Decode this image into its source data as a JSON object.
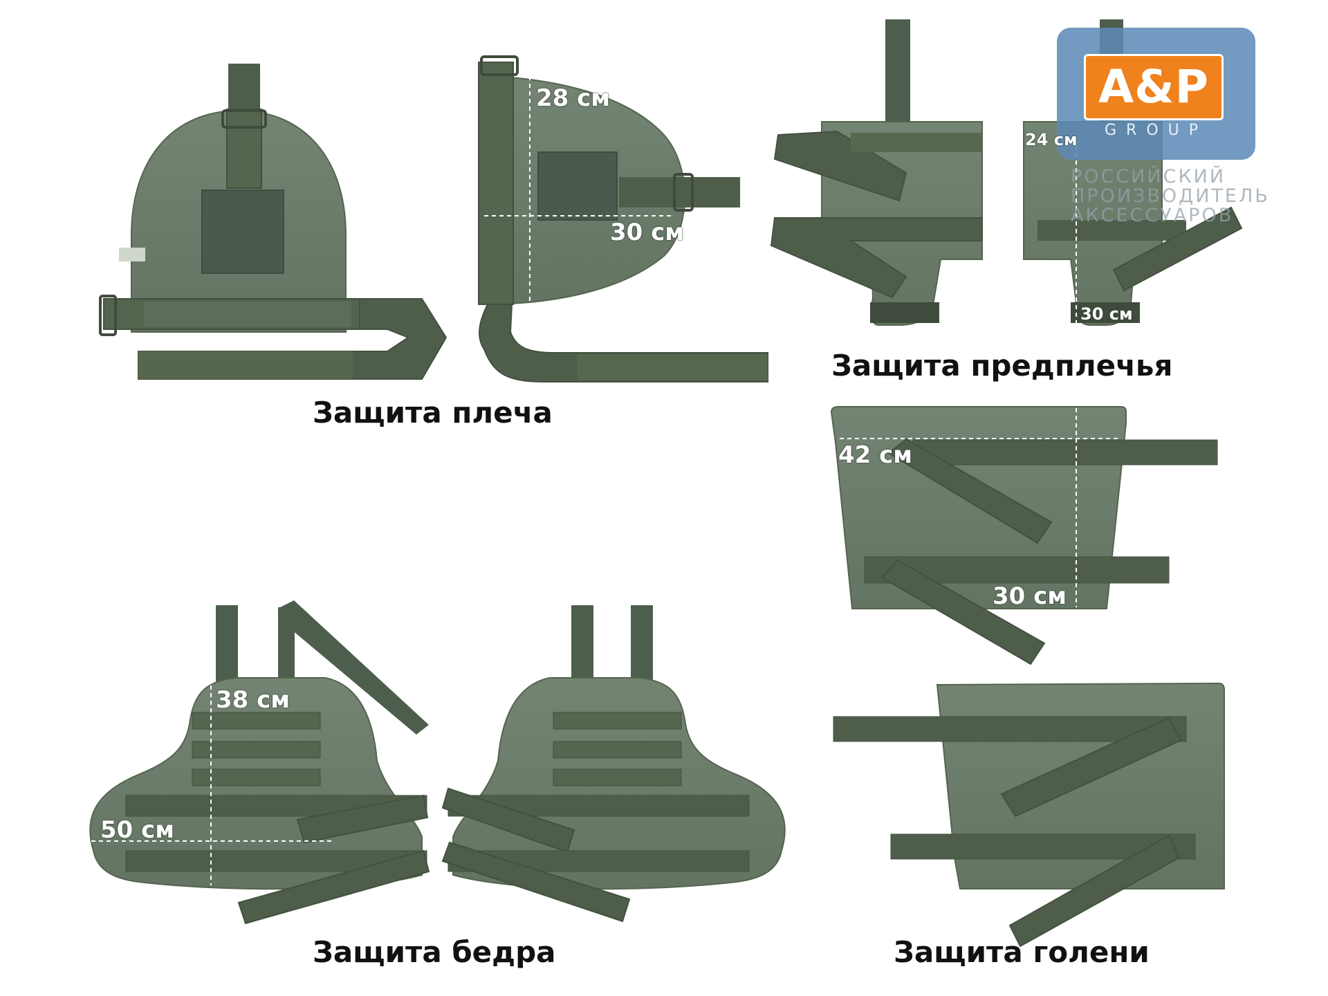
{
  "captions": {
    "shoulder": "Защита плеча",
    "forearm": "Защита предплечья",
    "thigh": "Защита бедра",
    "shin": "Защита голени"
  },
  "dimensions": {
    "shoulder_width": "28 см",
    "shoulder_height": "30 см",
    "forearm_width": "24 см",
    "forearm_height": "30 см",
    "shin_top_width": "42 см",
    "shin_height": "30 см",
    "thigh_height": "38 см",
    "thigh_width": "50 см"
  },
  "logo": {
    "brand": "A&P",
    "group": "GROUP",
    "tagline": [
      "РОССИЙСКИЙ",
      "ПРОИЗВОДИТЕЛЬ",
      "АКСЕССУАРОВ"
    ]
  },
  "colors": {
    "fabric": "#6c7c6b",
    "fabric_dark": "#4f5d4f",
    "strap": "#4e5e4c",
    "velcro": "#58685a",
    "logo_blue": "#5c89b6",
    "logo_orange": "#f0821e"
  }
}
